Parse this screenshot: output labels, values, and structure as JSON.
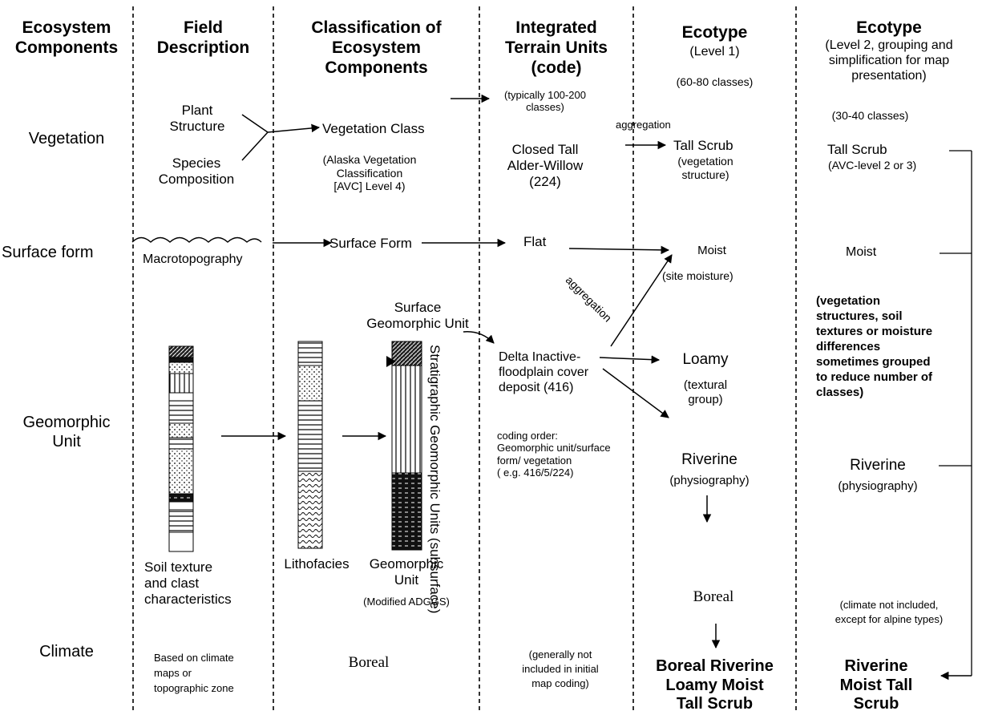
{
  "headers": {
    "components": [
      "Ecosystem",
      "Components"
    ],
    "field": [
      "Field",
      "Description"
    ],
    "classification": [
      "Classification of",
      "Ecosystem",
      "Components"
    ],
    "itu": [
      "Integrated",
      "Terrain Units",
      "(code)"
    ],
    "eco1_title": "Ecotype",
    "eco1_sub": "(Level 1)",
    "eco2_title": "Ecotype",
    "eco2_sub": [
      "(Level 2, grouping and",
      "simplification for map",
      "presentation)"
    ]
  },
  "rows": {
    "vegetation": "Vegetation",
    "surface": "Surface form",
    "geomorphic": [
      "Geomorphic",
      "Unit"
    ],
    "climate": "Climate"
  },
  "field_desc": {
    "plant_structure": [
      "Plant",
      "Structure"
    ],
    "species": [
      "Species",
      "Composition"
    ],
    "macrotopo": "Macrotopography",
    "soil": [
      "Soil  texture",
      "and clast",
      "characteristics"
    ],
    "climate": [
      "Based on climate",
      "maps or",
      "topographic zone"
    ]
  },
  "classification": {
    "veg_class": "Vegetation Class",
    "avc": [
      "(Alaska Vegetation",
      "Classification",
      "[AVC] Level 4)"
    ],
    "surface_form": "Surface Form",
    "sgu": [
      "Surface",
      "Geomorphic Unit"
    ],
    "stratigraphic": "Stratigraphic Geomorphic Units (subsurface)",
    "lithofacies": "Lithofacies",
    "geo_unit": [
      "Geomorphic",
      "Unit"
    ],
    "modified": "(Modified ADGGS)",
    "boreal": "Boreal"
  },
  "itu": {
    "typical": [
      "(typically 100-200",
      "classes)"
    ],
    "closed": [
      "Closed Tall",
      "Alder-Willow",
      "(224)"
    ],
    "flat": "Flat",
    "delta": [
      "Delta Inactive-",
      "floodplain cover",
      "deposit (416)"
    ],
    "coding": [
      "coding order:",
      "Geomorphic unit/surface",
      "form/ vegetation",
      "( e.g. 416/5/224)"
    ],
    "not_included": [
      "(generally not",
      "included in initial",
      "map coding)"
    ],
    "aggregation_veg": "aggregation",
    "aggregation_diag": "aggregation"
  },
  "eco1": {
    "classes": "(60-80 classes)",
    "tall_scrub": "Tall Scrub",
    "veg_structure": [
      "(vegetation",
      "structure)"
    ],
    "moist": "Moist",
    "site_moisture": "(site moisture)",
    "loamy": "Loamy",
    "textural": [
      "(textural",
      "group)"
    ],
    "riverine": "Riverine",
    "physio": "(physiography)",
    "boreal": "Boreal",
    "final": [
      "Boreal Riverine",
      "Loamy Moist",
      "Tall Scrub"
    ]
  },
  "eco2": {
    "classes": "(30-40 classes)",
    "tall_scrub": "Tall Scrub",
    "avc": "(AVC-level 2 or 3)",
    "moist": "Moist",
    "note": [
      "(vegetation",
      "structures, soil",
      "textures or moisture",
      "differences",
      "sometimes grouped",
      "to reduce number of",
      "classes)"
    ],
    "riverine": "Riverine",
    "physio": "(physiography)",
    "climate_note": [
      "(climate not included,",
      "except for alpine types)"
    ],
    "final": [
      "Riverine",
      "Moist Tall",
      "Scrub"
    ]
  }
}
